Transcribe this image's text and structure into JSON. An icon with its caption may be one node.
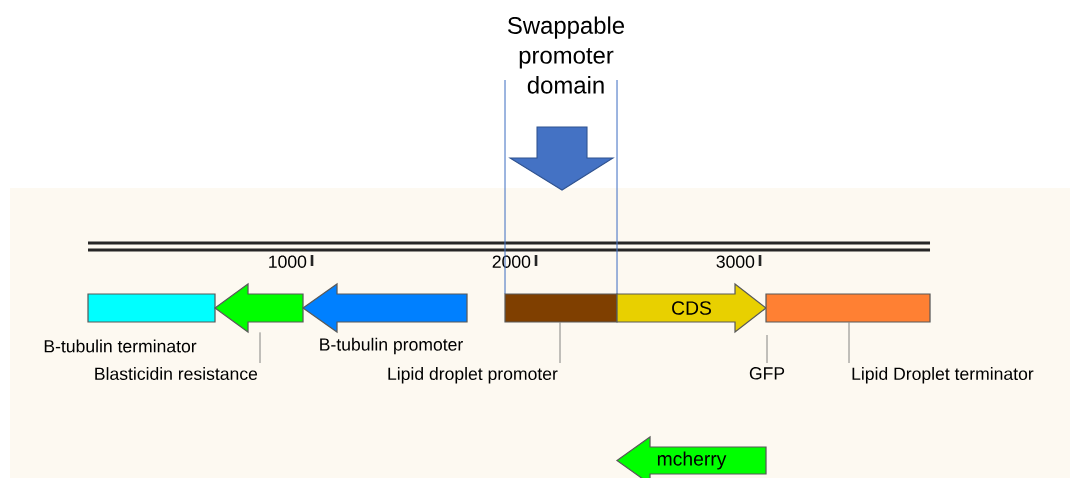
{
  "diagram": {
    "nodes": [
      {
        "text": [],
        "shape": "box",
        "beside": [
          "B-tubulin terminator"
        ]
      },
      {
        "text": [],
        "shape": "arrow"
      },
      {
        "text": [],
        "shape": "arrow",
        "beside": [
          "B-tubulin promoter"
        ]
      },
      {
        "text": [],
        "shape": "box"
      },
      {
        "text": [
          "CDS"
        ]
      },
      {
        "text": [],
        "shape": "box"
      },
      {
        "text": [
          "mcherry"
        ]
      },
      {
        "text": [
          "Blasticidin resistance"
        ]
      },
      {
        "text": [
          "Lipid droplet promoter"
        ]
      },
      {
        "text": [
          "GFP"
        ]
      },
      {
        "text": [
          "Lipid Droplet terminator"
        ]
      }
    ],
    "edges": [
      {
        "from": 7,
        "to": 1,
        "arrow": "none"
      },
      {
        "from": 8,
        "to": 3,
        "arrow": "none"
      },
      {
        "from": 9,
        "to": null,
        "arrow": "none"
      },
      {
        "from": 10,
        "to": 5,
        "arrow": "none"
      }
    ],
    "labels": [
      "Swappable promoter domain",
      "1000",
      "2000",
      "3000"
    ]
  }
}
